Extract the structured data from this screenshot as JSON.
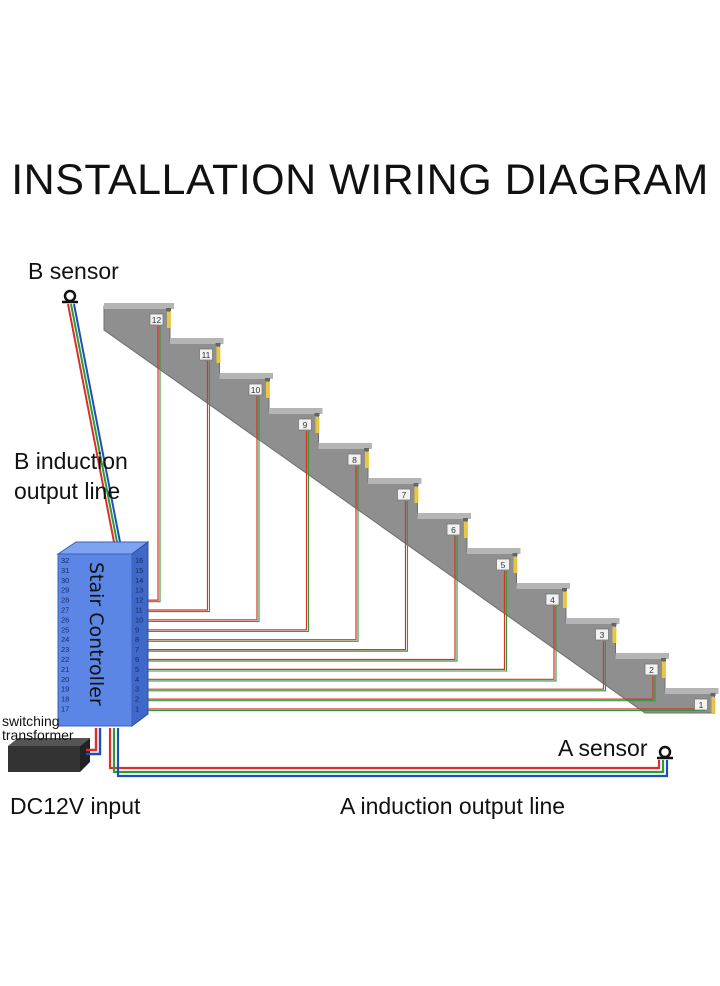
{
  "title": "INSTALLATION WIRING DIAGRAM",
  "labels": {
    "b_sensor": "B sensor",
    "a_sensor": "A sensor",
    "b_line_1": "B induction",
    "b_line_2": "output line",
    "a_line": "A induction output line",
    "dc_input": "DC12V input",
    "transformer_1": "switching",
    "transformer_2": "transformer",
    "controller": "Stair Controller"
  },
  "steps": [
    "1",
    "2",
    "3",
    "4",
    "5",
    "6",
    "7",
    "8",
    "9",
    "10",
    "11",
    "12"
  ],
  "pins_right": [
    "16",
    "15",
    "14",
    "13",
    "12",
    "11",
    "10",
    "9",
    "8",
    "7",
    "6",
    "5",
    "4",
    "3",
    "2",
    "1"
  ],
  "pins_left": [
    "32",
    "31",
    "30",
    "29",
    "28",
    "27",
    "26",
    "25",
    "24",
    "23",
    "22",
    "21",
    "20",
    "19",
    "18",
    "17"
  ],
  "colors": {
    "controller": "#5b86e6",
    "stair": "#8f8f8f",
    "wire_red": "#d9302a",
    "wire_green": "#2f9a3c",
    "wire_blue": "#1f4fb8"
  }
}
